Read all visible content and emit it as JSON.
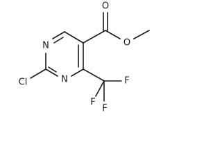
{
  "molecule": {
    "atoms": {
      "ring_n_top": "N",
      "ring_n_bottom": "N",
      "chlorine": "Cl",
      "carbonyl_oxygen": "O",
      "ester_oxygen": "O",
      "fluorine_left": "F",
      "fluorine_right": "F",
      "fluorine_bottom": "F"
    }
  }
}
